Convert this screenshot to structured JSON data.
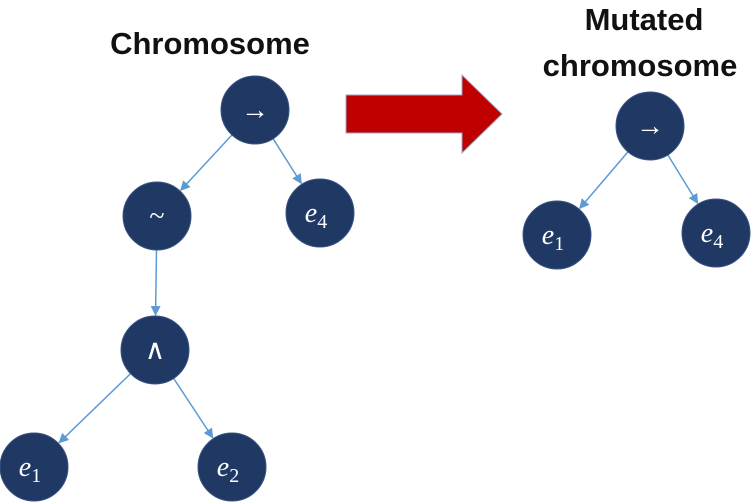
{
  "left_tree": {
    "title": "Chromosome",
    "nodes": [
      {
        "id": "root",
        "symbol": "→",
        "italic": false,
        "sub": ""
      },
      {
        "id": "not",
        "symbol": "~",
        "italic": false,
        "sub": ""
      },
      {
        "id": "e4",
        "symbol": "e",
        "italic": true,
        "sub": "4"
      },
      {
        "id": "and",
        "symbol": "∧",
        "italic": false,
        "sub": ""
      },
      {
        "id": "e1",
        "symbol": "e",
        "italic": true,
        "sub": "1"
      },
      {
        "id": "e2",
        "symbol": "e",
        "italic": true,
        "sub": "2"
      }
    ],
    "edges": [
      [
        "root",
        "not"
      ],
      [
        "root",
        "e4"
      ],
      [
        "not",
        "and"
      ],
      [
        "and",
        "e1"
      ],
      [
        "and",
        "e2"
      ]
    ]
  },
  "transition": {
    "icon": "right-arrow-icon",
    "color": "#c00000"
  },
  "right_tree": {
    "title_line1": "Mutated",
    "title_line2": "chromosome",
    "nodes": [
      {
        "id": "root",
        "symbol": "→",
        "italic": false,
        "sub": ""
      },
      {
        "id": "e1",
        "symbol": "e",
        "italic": true,
        "sub": "1"
      },
      {
        "id": "e4",
        "symbol": "e",
        "italic": true,
        "sub": "4"
      }
    ],
    "edges": [
      [
        "root",
        "e1"
      ],
      [
        "root",
        "e4"
      ]
    ]
  },
  "colors": {
    "node_fill": "#203864",
    "edge": "#5b9bd5",
    "arrow": "#c00000"
  }
}
